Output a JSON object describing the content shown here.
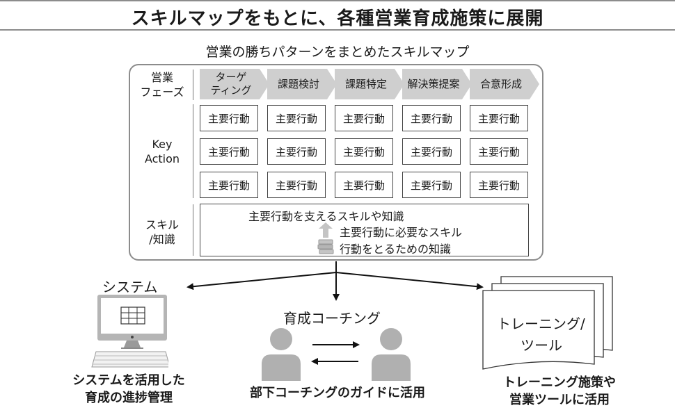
{
  "header": {
    "title": "スキルマップをもとに、各種営業育成施策に展開"
  },
  "skill_map": {
    "title": "営業の勝ちパターンをまとめたスキルマップ",
    "row_labels": {
      "phase": [
        "営業",
        "フェーズ"
      ],
      "key_action": [
        "Key",
        "Action"
      ],
      "skill": [
        "スキル",
        "/知識"
      ]
    },
    "phases": [
      {
        "line1": "ターゲ",
        "line2": "ティング"
      },
      {
        "line1": "課題検討",
        "line2": ""
      },
      {
        "line1": "課題特定",
        "line2": ""
      },
      {
        "line1": "解決策提案",
        "line2": ""
      },
      {
        "line1": "合意形成",
        "line2": ""
      }
    ],
    "action_cell_label": "主要行動",
    "skills": {
      "heading": "主要行動を支えるスキルや知識",
      "item1": "主要行動に必要なスキル",
      "item2": "行動をとるための知識"
    }
  },
  "outputs": {
    "system": {
      "label": "システム",
      "caption_line1": "システムを活用した",
      "caption_line2": "育成の進捗管理"
    },
    "coaching": {
      "label": "育成コーチング",
      "caption": "部下コーチングのガイドに活用"
    },
    "training": {
      "doc_line1": "トレーニング/",
      "doc_line2": "ツール",
      "caption_line1": "トレーニング施策や",
      "caption_line2": "営業ツールに活用"
    }
  },
  "colors": {
    "chevron_fill": "#cfcfcf",
    "border": "#8c8c8c",
    "icon_gray": "#b0b0b0",
    "arrow": "#111111"
  }
}
